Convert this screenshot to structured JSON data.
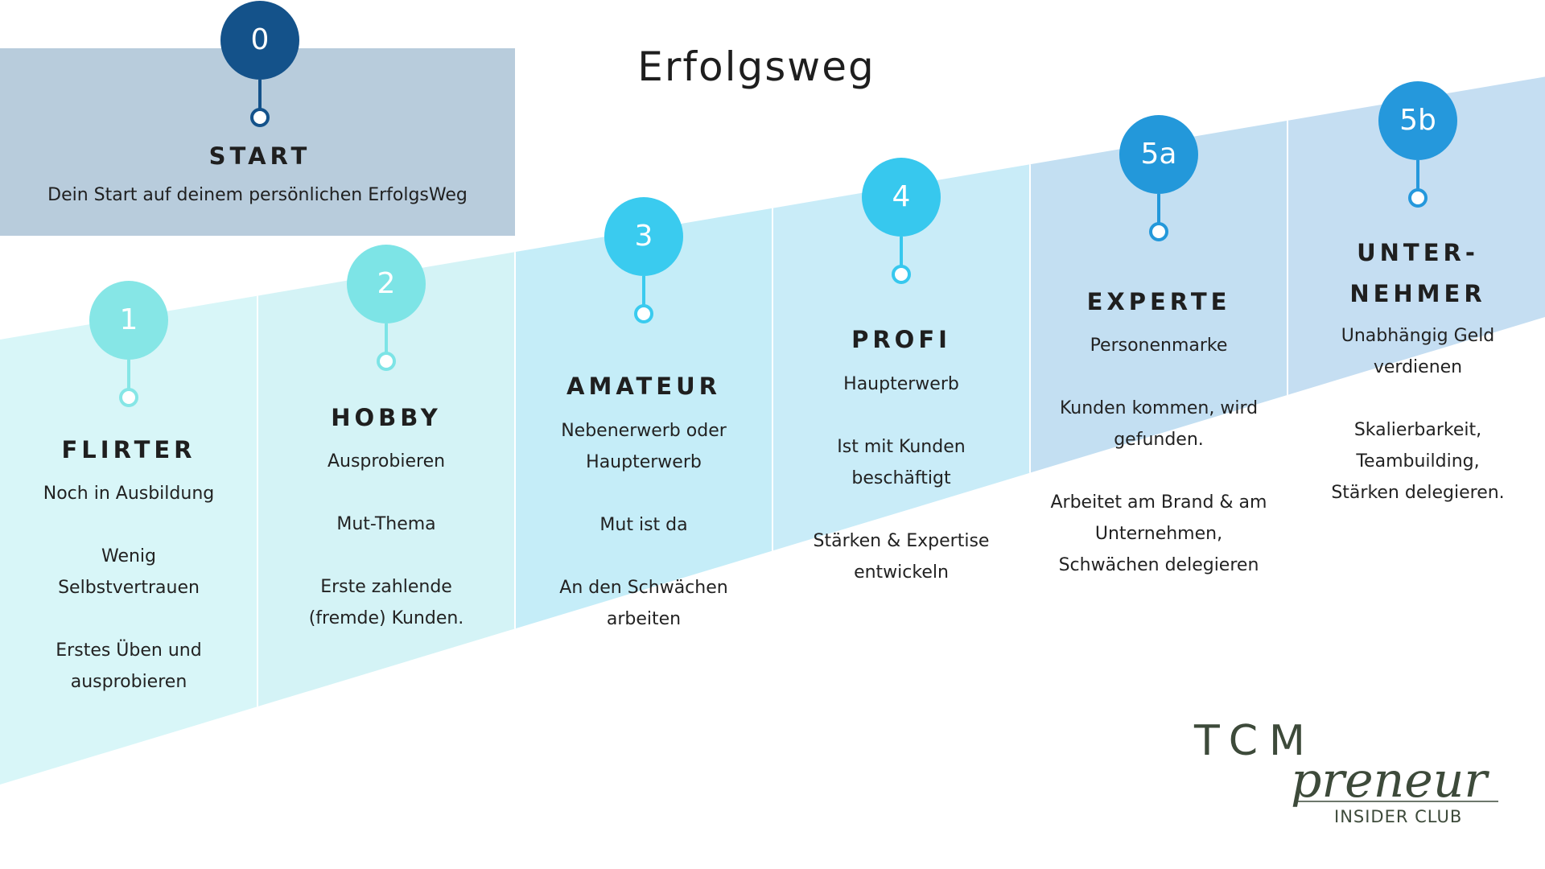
{
  "page": {
    "title": "Erfolgsweg"
  },
  "start": {
    "number": "0",
    "title": "START",
    "description": "Dein Start auf deinem persönlichen ErfolgsWeg",
    "circle_color": "#14528a"
  },
  "stages": [
    {
      "number": "1",
      "title": [
        "FLIRTER"
      ],
      "lines": [
        "Noch in Ausbildung",
        "",
        "Wenig",
        "Selbstvertrauen",
        "",
        "Erstes Üben und",
        "ausprobieren"
      ],
      "circle_color": "#86e6e6",
      "band_color": "#d8f6f8"
    },
    {
      "number": "2",
      "title": [
        "HOBBY"
      ],
      "lines": [
        "Ausprobieren",
        "",
        "Mut-Thema",
        "",
        "Erste zahlende",
        "(fremde) Kunden."
      ],
      "circle_color": "#7de4e6",
      "band_color": "#d4f3f6"
    },
    {
      "number": "3",
      "title": [
        "AMATEUR"
      ],
      "lines": [
        "Nebenerwerb oder",
        "Haupterwerb",
        "",
        "Mut ist da",
        "",
        "An den Schwächen",
        "arbeiten"
      ],
      "circle_color": "#3acbef",
      "band_color": "#c5edf8"
    },
    {
      "number": "4",
      "title": [
        "PROFI"
      ],
      "lines": [
        "Haupterwerb",
        "",
        "Ist mit Kunden",
        "beschäftigt",
        "",
        "Stärken & Expertise",
        "entwickeln"
      ],
      "circle_color": "#37c8ee",
      "band_color": "#c9ecf8"
    },
    {
      "number": "5a",
      "title": [
        "EXPERTE"
      ],
      "lines": [
        "Personenmarke",
        "",
        "Kunden kommen, wird",
        "gefunden.",
        "",
        "Arbeitet am Brand & am",
        "Unternehmen,",
        "Schwächen delegieren"
      ],
      "circle_color": "#2398da",
      "band_color": "#c3dff2"
    },
    {
      "number": "5b",
      "title": [
        "UNTER-",
        "NEHMER"
      ],
      "lines": [
        "Unabhängig Geld",
        "verdienen",
        "",
        "Skalierbarkeit,",
        "Teambuilding,",
        "Stärken delegieren."
      ],
      "circle_color": "#2598dc",
      "band_color": "#c5def2"
    }
  ],
  "logo": {
    "line1": "TCM",
    "line2": "preneur",
    "line3": "INSIDER CLUB",
    "color": "#3d4a3a"
  },
  "colors": {
    "stem_start": "#14528a",
    "text": "#1f1f1f"
  }
}
